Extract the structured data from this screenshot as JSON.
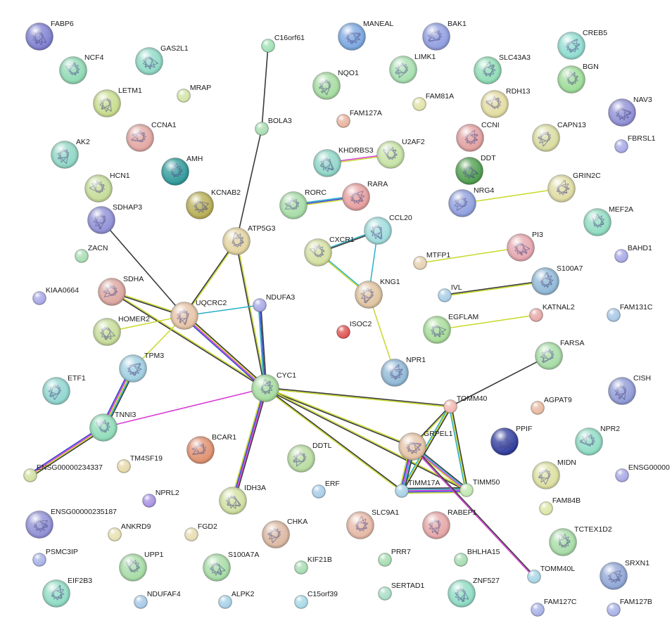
{
  "network": {
    "nodes": [
      {
        "id": "FABP6",
        "label": "FABP6",
        "color": "#7e7fd0",
        "size": "large"
      },
      {
        "id": "NCF4",
        "label": "NCF4",
        "color": "#8ed9b3",
        "size": "large"
      },
      {
        "id": "GAS2L1",
        "label": "GAS2L1",
        "color": "#8ed9c4",
        "size": "large"
      },
      {
        "id": "C16orf61",
        "label": "C16orf61",
        "color": "#9de0b4",
        "size": "small"
      },
      {
        "id": "MANEAL",
        "label": "MANEAL",
        "color": "#7aa6e0",
        "size": "large"
      },
      {
        "id": "BAK1",
        "label": "BAK1",
        "color": "#8f9de0",
        "size": "large"
      },
      {
        "id": "CREB5",
        "label": "CREB5",
        "color": "#8fdcd0",
        "size": "large"
      },
      {
        "id": "LIMK1",
        "label": "LIMK1",
        "color": "#a7e0b0",
        "size": "large"
      },
      {
        "id": "SLC43A3",
        "label": "SLC43A3",
        "color": "#8fdcb5",
        "size": "large"
      },
      {
        "id": "NQO1",
        "label": "NQO1",
        "color": "#a5dca0",
        "size": "large"
      },
      {
        "id": "MRAP",
        "label": "MRAP",
        "color": "#d2e3a4",
        "size": "small"
      },
      {
        "id": "LETM1",
        "label": "LETM1",
        "color": "#c8dc8e",
        "size": "large"
      },
      {
        "id": "BGN",
        "label": "BGN",
        "color": "#9ddc98",
        "size": "large"
      },
      {
        "id": "FAM81A",
        "label": "FAM81A",
        "color": "#e2e3a6",
        "size": "small"
      },
      {
        "id": "RDH13",
        "label": "RDH13",
        "color": "#e3dca0",
        "size": "large"
      },
      {
        "id": "NAV3",
        "label": "NAV3",
        "color": "#8f8fd6",
        "size": "large"
      },
      {
        "id": "CCNA1",
        "label": "CCNA1",
        "color": "#e2a6a2",
        "size": "large"
      },
      {
        "id": "BOLA3",
        "label": "BOLA3",
        "color": "#a6dcb0",
        "size": "small"
      },
      {
        "id": "FAM127A",
        "label": "FAM127A",
        "color": "#e8b29c",
        "size": "small"
      },
      {
        "id": "CCNI",
        "label": "CCNI",
        "color": "#e29f9f",
        "size": "large"
      },
      {
        "id": "CAPN13",
        "label": "CAPN13",
        "color": "#dadca0",
        "size": "large"
      },
      {
        "id": "FBRSL1",
        "label": "FBRSL1",
        "color": "#a5a7e6",
        "size": "small"
      },
      {
        "id": "AK2",
        "label": "AK2",
        "color": "#8fd6c4",
        "size": "large"
      },
      {
        "id": "AMH",
        "label": "AMH",
        "color": "#2f9a9a",
        "size": "large"
      },
      {
        "id": "KHDRBS3",
        "label": "KHDRBS3",
        "color": "#8fd6c8",
        "size": "large"
      },
      {
        "id": "U2AF2",
        "label": "U2AF2",
        "color": "#c6e3a4",
        "size": "large"
      },
      {
        "id": "DDT",
        "label": "DDT",
        "color": "#4f9e4f",
        "size": "large"
      },
      {
        "id": "HCN1",
        "label": "HCN1",
        "color": "#c5dc98",
        "size": "large"
      },
      {
        "id": "KCNAB2",
        "label": "KCNAB2",
        "color": "#b7ae54",
        "size": "large"
      },
      {
        "id": "RORC",
        "label": "RORC",
        "color": "#a6dca6",
        "size": "large"
      },
      {
        "id": "RARA",
        "label": "RARA",
        "color": "#e69e9e",
        "size": "large"
      },
      {
        "id": "NRG4",
        "label": "NRG4",
        "color": "#8f9fde",
        "size": "large"
      },
      {
        "id": "GRIN2C",
        "label": "GRIN2C",
        "color": "#e0dca4",
        "size": "large"
      },
      {
        "id": "SDHAP3",
        "label": "SDHAP3",
        "color": "#8f8fd6",
        "size": "large"
      },
      {
        "id": "ATP5G3",
        "label": "ATP5G3",
        "color": "#e3d4a0",
        "size": "large"
      },
      {
        "id": "CCL20",
        "label": "CCL20",
        "color": "#9fdcdc",
        "size": "large"
      },
      {
        "id": "MEF2A",
        "label": "MEF2A",
        "color": "#8fdcc0",
        "size": "large"
      },
      {
        "id": "ZACN",
        "label": "ZACN",
        "color": "#a6dcb0",
        "size": "small"
      },
      {
        "id": "CXCR1",
        "label": "CXCR1",
        "color": "#d4e0a0",
        "size": "large"
      },
      {
        "id": "PI3",
        "label": "PI3",
        "color": "#e6a6ae",
        "size": "large"
      },
      {
        "id": "BAHD1",
        "label": "BAHD1",
        "color": "#a6a6e6",
        "size": "small"
      },
      {
        "id": "MTFP1",
        "label": "MTFP1",
        "color": "#e6d0b0",
        "size": "small"
      },
      {
        "id": "SDHA",
        "label": "SDHA",
        "color": "#dca6a0",
        "size": "large"
      },
      {
        "id": "KIAA0664",
        "label": "KIAA0664",
        "color": "#a6a6e6",
        "size": "small"
      },
      {
        "id": "KNG1",
        "label": "KNG1",
        "color": "#e0c4a0",
        "size": "large"
      },
      {
        "id": "S100A7",
        "label": "S100A7",
        "color": "#8fb8d6",
        "size": "large"
      },
      {
        "id": "UQCRC2",
        "label": "UQCRC2",
        "color": "#e6c4a6",
        "size": "large"
      },
      {
        "id": "NDUFA3",
        "label": "NDUFA3",
        "color": "#a6a6e6",
        "size": "small"
      },
      {
        "id": "IVL",
        "label": "IVL",
        "color": "#a6cce6",
        "size": "small"
      },
      {
        "id": "KATNAL2",
        "label": "KATNAL2",
        "color": "#e6a6a6",
        "size": "small"
      },
      {
        "id": "HOMER2",
        "label": "HOMER2",
        "color": "#c6dc98",
        "size": "large"
      },
      {
        "id": "ISOC2",
        "label": "ISOC2",
        "color": "#e05050",
        "size": "small"
      },
      {
        "id": "EGFLAM",
        "label": "EGFLAM",
        "color": "#a6dc98",
        "size": "large"
      },
      {
        "id": "FAM131C",
        "label": "FAM131C",
        "color": "#a6c6e6",
        "size": "small"
      },
      {
        "id": "TPM3",
        "label": "TPM3",
        "color": "#9fcfe0",
        "size": "large"
      },
      {
        "id": "FARSA",
        "label": "FARSA",
        "color": "#a6dca6",
        "size": "large"
      },
      {
        "id": "NPR1",
        "label": "NPR1",
        "color": "#8fb8d6",
        "size": "large"
      },
      {
        "id": "ETF1",
        "label": "ETF1",
        "color": "#8fd6d0",
        "size": "large"
      },
      {
        "id": "CYC1",
        "label": "CYC1",
        "color": "#a6dca0",
        "size": "large"
      },
      {
        "id": "CISH",
        "label": "CISH",
        "color": "#8f9ad6",
        "size": "large"
      },
      {
        "id": "TOMM40",
        "label": "TOMM40",
        "color": "#f0b8b0",
        "size": "small"
      },
      {
        "id": "AGPAT9",
        "label": "AGPAT9",
        "color": "#e8b8a0",
        "size": "small"
      },
      {
        "id": "TNNI3",
        "label": "TNNI3",
        "color": "#8fdcb8",
        "size": "large"
      },
      {
        "id": "PPIF",
        "label": "PPIF",
        "color": "#303c9e",
        "size": "large"
      },
      {
        "id": "NPR2",
        "label": "NPR2",
        "color": "#8fdcc4",
        "size": "large"
      },
      {
        "id": "GRPEL1",
        "label": "GRPEL1",
        "color": "#e6c4a6",
        "size": "large"
      },
      {
        "id": "BCAR1",
        "label": "BCAR1",
        "color": "#e0906e",
        "size": "large"
      },
      {
        "id": "TM4SF19",
        "label": "TM4SF19",
        "color": "#e6d8a6",
        "size": "small"
      },
      {
        "id": "DDTL",
        "label": "DDTL",
        "color": "#b8dca0",
        "size": "large"
      },
      {
        "id": "ENSG00000234337",
        "label": "ENSG00000234337",
        "color": "#d0e0a0",
        "size": "small"
      },
      {
        "id": "MIDN",
        "label": "MIDN",
        "color": "#dce0a0",
        "size": "large"
      },
      {
        "id": "ENSG00000",
        "label": "ENSG00000",
        "color": "#a6a6e6",
        "size": "small"
      },
      {
        "id": "TIMM17A",
        "label": "TIMM17A",
        "color": "#a6d0e6",
        "size": "small"
      },
      {
        "id": "TIMM50",
        "label": "TIMM50",
        "color": "#c0e6b0",
        "size": "small"
      },
      {
        "id": "IDH3A",
        "label": "IDH3A",
        "color": "#d0e0a0",
        "size": "large"
      },
      {
        "id": "NPRL2",
        "label": "NPRL2",
        "color": "#a68fe0",
        "size": "small"
      },
      {
        "id": "ERF",
        "label": "ERF",
        "color": "#a6cce6",
        "size": "small"
      },
      {
        "id": "FAM84B",
        "label": "FAM84B",
        "color": "#dce6a6",
        "size": "small"
      },
      {
        "id": "ENSG00000235187",
        "label": "ENSG00000235187",
        "color": "#8f8fd6",
        "size": "large"
      },
      {
        "id": "ANKRD9",
        "label": "ANKRD9",
        "color": "#e6e0b0",
        "size": "small"
      },
      {
        "id": "FGD2",
        "label": "FGD2",
        "color": "#e6dcb0",
        "size": "small"
      },
      {
        "id": "CHKA",
        "label": "CHKA",
        "color": "#dcb8a0",
        "size": "large"
      },
      {
        "id": "SLC9A1",
        "label": "SLC9A1",
        "color": "#e6b8a6",
        "size": "large"
      },
      {
        "id": "RABEP1",
        "label": "RABEP1",
        "color": "#e6a6a6",
        "size": "large"
      },
      {
        "id": "TCTEX1D2",
        "label": "TCTEX1D2",
        "color": "#a6dca6",
        "size": "large"
      },
      {
        "id": "PSMC3IP",
        "label": "PSMC3IP",
        "color": "#a6b0e6",
        "size": "small"
      },
      {
        "id": "UPP1",
        "label": "UPP1",
        "color": "#a6dca6",
        "size": "large"
      },
      {
        "id": "S100A7A",
        "label": "S100A7A",
        "color": "#a6dca6",
        "size": "large"
      },
      {
        "id": "KIF21B",
        "label": "KIF21B",
        "color": "#a6dcb0",
        "size": "small"
      },
      {
        "id": "PRR7",
        "label": "PRR7",
        "color": "#a6dcb0",
        "size": "small"
      },
      {
        "id": "BHLHA15",
        "label": "BHLHA15",
        "color": "#a6dcb0",
        "size": "small"
      },
      {
        "id": "SRXN1",
        "label": "SRXN1",
        "color": "#8fa6d6",
        "size": "large"
      },
      {
        "id": "TOMM40L",
        "label": "TOMM40L",
        "color": "#a6d4e6",
        "size": "small"
      },
      {
        "id": "EIF2B3",
        "label": "EIF2B3",
        "color": "#8fdcc4",
        "size": "large"
      },
      {
        "id": "NDUFAF4",
        "label": "NDUFAF4",
        "color": "#a6c8e6",
        "size": "small"
      },
      {
        "id": "ALPK2",
        "label": "ALPK2",
        "color": "#a6d0e6",
        "size": "small"
      },
      {
        "id": "C15orf39",
        "label": "C15orf39",
        "color": "#a6d8e6",
        "size": "small"
      },
      {
        "id": "SERTAD1",
        "label": "SERTAD1",
        "color": "#a6dcc4",
        "size": "small"
      },
      {
        "id": "ZNF527",
        "label": "ZNF527",
        "color": "#8fdcc4",
        "size": "large"
      },
      {
        "id": "FAM127C",
        "label": "FAM127C",
        "color": "#a6b0e6",
        "size": "small"
      },
      {
        "id": "FAM127B",
        "label": "FAM127B",
        "color": "#a6b0e6",
        "size": "small"
      }
    ],
    "edges": [
      {
        "from": "C16orf61",
        "to": "BOLA3",
        "kinds": [
          "k"
        ]
      },
      {
        "from": "BOLA3",
        "to": "ATP5G3",
        "kinds": [
          "k"
        ]
      },
      {
        "from": "KHDRBS3",
        "to": "U2AF2",
        "kinds": [
          "m",
          "y"
        ]
      },
      {
        "from": "RORC",
        "to": "RARA",
        "kinds": [
          "c",
          "b",
          "y"
        ]
      },
      {
        "from": "NRG4",
        "to": "GRIN2C",
        "kinds": [
          "y"
        ]
      },
      {
        "from": "SDHAP3",
        "to": "UQCRC2",
        "kinds": [
          "k"
        ]
      },
      {
        "from": "CXCR1",
        "to": "CCL20",
        "kinds": [
          "c",
          "k"
        ]
      },
      {
        "from": "CXCR1",
        "to": "KNG1",
        "kinds": [
          "c",
          "y"
        ]
      },
      {
        "from": "CCL20",
        "to": "KNG1",
        "kinds": [
          "c"
        ]
      },
      {
        "from": "KNG1",
        "to": "NPR1",
        "kinds": [
          "y"
        ]
      },
      {
        "from": "MTFP1",
        "to": "PI3",
        "kinds": [
          "y"
        ]
      },
      {
        "from": "IVL",
        "to": "S100A7",
        "kinds": [
          "k",
          "y"
        ]
      },
      {
        "from": "EGFLAM",
        "to": "KATNAL2",
        "kinds": [
          "y"
        ]
      },
      {
        "from": "ATP5G3",
        "to": "UQCRC2",
        "kinds": [
          "y",
          "k"
        ]
      },
      {
        "from": "ATP5G3",
        "to": "CYC1",
        "kinds": [
          "y",
          "k"
        ]
      },
      {
        "from": "SDHA",
        "to": "UQCRC2",
        "kinds": [
          "y",
          "k"
        ]
      },
      {
        "from": "SDHA",
        "to": "CYC1",
        "kinds": [
          "y",
          "k"
        ]
      },
      {
        "from": "HOMER2",
        "to": "UQCRC2",
        "kinds": [
          "y"
        ]
      },
      {
        "from": "UQCRC2",
        "to": "NDUFA3",
        "kinds": [
          "c"
        ]
      },
      {
        "from": "UQCRC2",
        "to": "CYC1",
        "kinds": [
          "k",
          "y",
          "m",
          "b"
        ]
      },
      {
        "from": "UQCRC2",
        "to": "TPM3",
        "kinds": [
          "y"
        ]
      },
      {
        "from": "NDUFA3",
        "to": "CYC1",
        "kinds": [
          "k",
          "b",
          "c"
        ]
      },
      {
        "from": "TPM3",
        "to": "TNNI3",
        "kinds": [
          "k",
          "c",
          "y",
          "m",
          "b"
        ]
      },
      {
        "from": "TNNI3",
        "to": "ENSG00000234337",
        "kinds": [
          "k",
          "y",
          "m",
          "b"
        ]
      },
      {
        "from": "TNNI3",
        "to": "CYC1",
        "kinds": [
          "m"
        ]
      },
      {
        "from": "CYC1",
        "to": "IDH3A",
        "kinds": [
          "k",
          "m",
          "b",
          "y"
        ]
      },
      {
        "from": "CYC1",
        "to": "TOMM40",
        "kinds": [
          "k",
          "y"
        ]
      },
      {
        "from": "CYC1",
        "to": "GRPEL1",
        "kinds": [
          "y",
          "k"
        ]
      },
      {
        "from": "CYC1",
        "to": "TIMM17A",
        "kinds": [
          "k",
          "y"
        ]
      },
      {
        "from": "CYC1",
        "to": "TIMM50",
        "kinds": [
          "y",
          "k"
        ]
      },
      {
        "from": "TOMM40",
        "to": "FARSA",
        "kinds": [
          "k"
        ]
      },
      {
        "from": "TOMM40",
        "to": "GRPEL1",
        "kinds": [
          "y",
          "k"
        ]
      },
      {
        "from": "TOMM40",
        "to": "TIMM17A",
        "kinds": [
          "k",
          "y",
          "c"
        ]
      },
      {
        "from": "TOMM40",
        "to": "TIMM50",
        "kinds": [
          "k",
          "y",
          "c"
        ]
      },
      {
        "from": "GRPEL1",
        "to": "TIMM17A",
        "kinds": [
          "k",
          "c",
          "m",
          "b",
          "y"
        ]
      },
      {
        "from": "GRPEL1",
        "to": "TIMM50",
        "kinds": [
          "k",
          "c",
          "m",
          "y"
        ]
      },
      {
        "from": "TIMM17A",
        "to": "TIMM50",
        "kinds": [
          "k",
          "c",
          "m",
          "b",
          "y"
        ]
      },
      {
        "from": "GRPEL1",
        "to": "TOMM40L",
        "kinds": [
          "k",
          "m"
        ]
      }
    ]
  },
  "palette": {
    "edge_k": "#3a3a3a",
    "edge_y": "#c8d82a",
    "edge_m": "#d83ad8",
    "edge_c": "#2ab0c8",
    "edge_b": "#3040d0"
  }
}
